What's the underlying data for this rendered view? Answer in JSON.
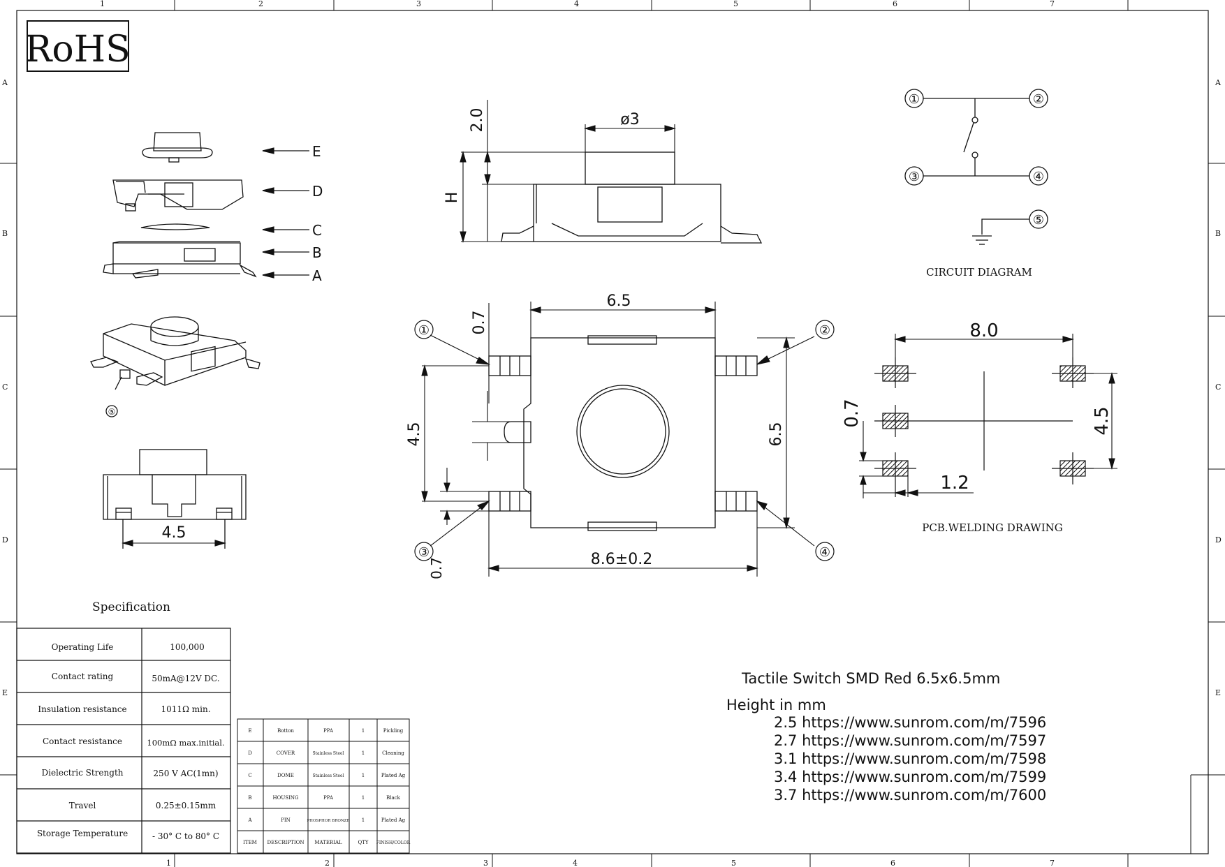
{
  "rohs": "RoHS",
  "grid": {
    "cols": [
      "1",
      "2",
      "3",
      "4",
      "5",
      "6",
      "7"
    ],
    "rows": [
      "A",
      "B",
      "C",
      "D",
      "E"
    ]
  },
  "exploded": {
    "labels": [
      "E",
      "D",
      "C",
      "B",
      "A"
    ]
  },
  "views": {
    "bottom_dim": "4.5",
    "iso_pin_label": "⑤"
  },
  "side_view": {
    "dims": {
      "cap_height": "2.0",
      "cap_diameter": "ø3",
      "height": "H"
    }
  },
  "top_view": {
    "dims": {
      "width_top": "6.5",
      "pin_offset_top": "0.7",
      "pin_pitch": "4.5",
      "body_height": "6.5",
      "overall_width": "8.6±0.2",
      "pin_offset_bottom": "0.7"
    },
    "pins": [
      "①",
      "②",
      "③",
      "④"
    ]
  },
  "circuit": {
    "title": "CIRCUIT DIAGRAM",
    "pins": [
      "①",
      "②",
      "③",
      "④",
      "⑤"
    ]
  },
  "pcb": {
    "title": "PCB.WELDING DRAWING",
    "dims": {
      "width": "8.0",
      "pad_offset": "0.7",
      "pitch": "4.5",
      "pad_width": "1.2"
    }
  },
  "specification": {
    "title": "Specification",
    "rows": [
      {
        "label": "Operating Life",
        "value": "100,000"
      },
      {
        "label": "Contact rating",
        "value": "50mA@12V DC."
      },
      {
        "label": "Insulation resistance",
        "value": "1011Ω min."
      },
      {
        "label": "Contact resistance",
        "value": "100mΩ max.initial."
      },
      {
        "label": "Dielectric Strength",
        "value": "250 V AC(1mn)"
      },
      {
        "label": "Travel",
        "value": "0.25±0.15mm"
      },
      {
        "label": "Storage Temperature",
        "value": "- 30° C to 80° C"
      }
    ]
  },
  "bom": {
    "headers": [
      "ITEM",
      "DESCRIPTION",
      "MATERIAL",
      "QTY",
      "FINISH/COLOR"
    ],
    "rows": [
      [
        "E",
        "Botton",
        "PPA",
        "1",
        "Pickling"
      ],
      [
        "D",
        "COVER",
        "Stainless Steel",
        "1",
        "Cleaning"
      ],
      [
        "C",
        "DOME",
        "Stainless Steel",
        "1",
        "Plated Ag"
      ],
      [
        "B",
        "HOUSING",
        "PPA",
        "1",
        "Black"
      ],
      [
        "A",
        "PIN",
        "PHOSPHOR BRONZE",
        "1",
        "Plated Ag"
      ]
    ]
  },
  "title_block": {
    "title": "Tactile Switch SMD Red 6.5x6.5mm",
    "height_label": "Height in mm",
    "links": [
      "2.5 https://www.sunrom.com/m/7596",
      "2.7 https://www.sunrom.com/m/7597",
      "3.1 https://www.sunrom.com/m/7598",
      "3.4 https://www.sunrom.com/m/7599",
      "3.7 https://www.sunrom.com/m/7600"
    ]
  }
}
